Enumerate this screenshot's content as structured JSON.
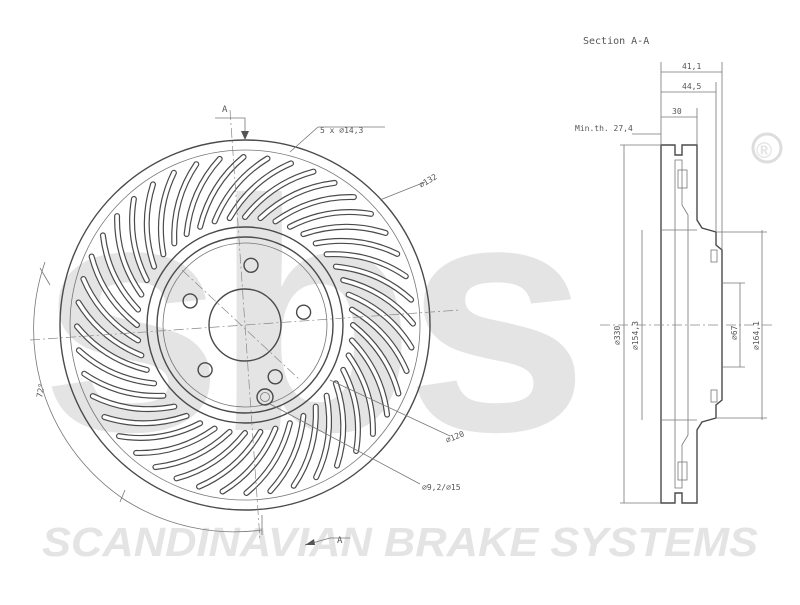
{
  "watermark": {
    "logo": "sbs",
    "registered": "®",
    "tagline": "SCANDINAVIAN BRAKE SYSTEMS"
  },
  "labels": {
    "section_title": "Section A-A",
    "section_mark_top": "A",
    "section_mark_bottom": "A",
    "bolt_holes": "5 x ⌀14,3",
    "dia_outer": "⌀132",
    "dia_pcd": "⌀120",
    "dia_pins": "⌀9,2/⌀15",
    "angle_note": "72°",
    "min_thickness": "Min.th. 27,4",
    "height_total": "41,1",
    "height_hat": "44,5",
    "thickness": "30",
    "dia_disc": "⌀330",
    "dia_inner_friction": "⌀154,3",
    "dia_centre": "⌀67",
    "dia_hat": "⌀164,1"
  },
  "colors": {
    "line": "#4a4a4a",
    "text": "#555555",
    "watermark": "#e4e4e4"
  }
}
